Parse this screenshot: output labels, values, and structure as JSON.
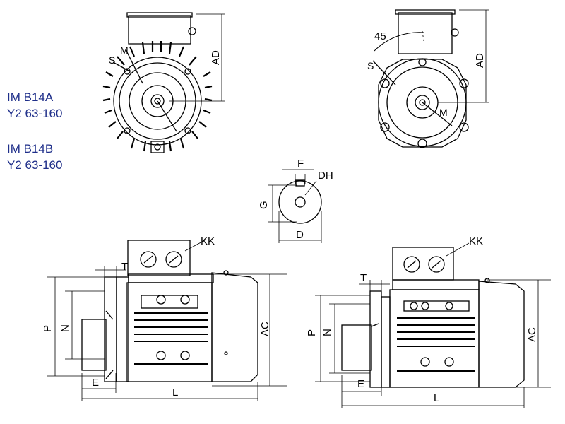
{
  "designations": {
    "a_mount": "IM B14A",
    "a_range": "Y2 63-160",
    "b_mount": "IM B14B",
    "b_range": "Y2 63-160"
  },
  "dimensions": {
    "AD": "AD",
    "M": "M",
    "S": "S",
    "angle": "45",
    "F": "F",
    "DH": "DH",
    "G": "G",
    "D": "D",
    "KK": "KK",
    "T": "T",
    "P": "P",
    "N": "N",
    "AC": "AC",
    "E": "E",
    "L": "L"
  },
  "colors": {
    "label_text": "#1f2f8a",
    "line": "#000000"
  }
}
